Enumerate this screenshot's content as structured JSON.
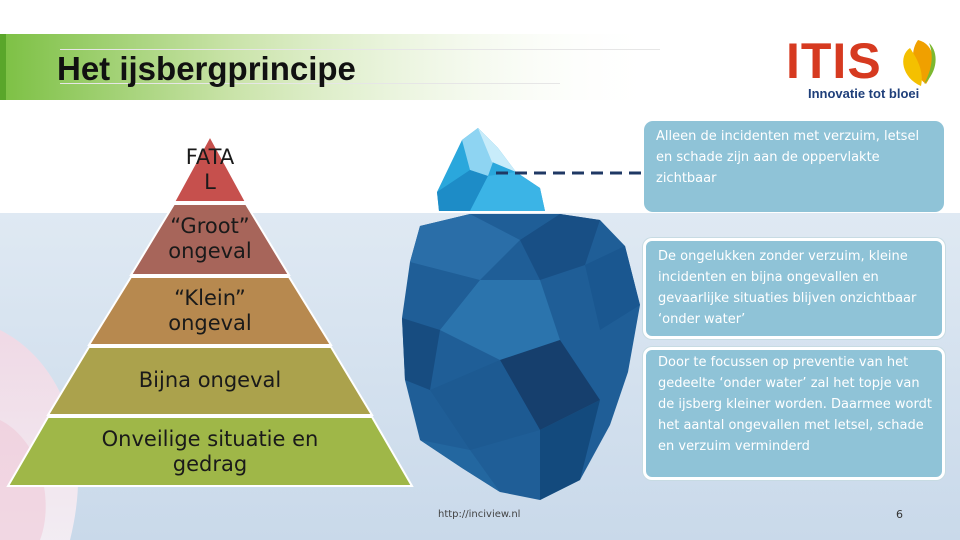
{
  "slide": {
    "title": "Het ijsbergprincipe",
    "logo": {
      "word": "ITIS",
      "tagline": "Innovatie tot bloei"
    },
    "pyramid": [
      {
        "lines": [
          "FATA",
          "L"
        ]
      },
      {
        "lines": [
          "“Groot”",
          "ongeval"
        ]
      },
      {
        "lines": [
          "“Klein”",
          "ongeval"
        ]
      },
      {
        "lines": [
          "Bijna ongeval"
        ]
      },
      {
        "lines": [
          "Onveilige situatie en",
          "gedrag"
        ]
      }
    ],
    "boxes": [
      {
        "text": "Alleen de incidenten met verzuim, letsel en schade zijn aan de oppervlakte zichtbaar"
      },
      {
        "text": "De ongelukken zonder verzuim, kleine incidenten en bijna ongevallen en gevaarlijke situaties blijven onzichtbaar ‘onder water’"
      },
      {
        "text": "Door te focussen op preventie van het gedeelte ‘onder water’ zal het topje van de ijsberg kleiner worden. Daarmee wordt het aantal ongevallen met letsel, schade en verzuim verminderd"
      }
    ],
    "footer": {
      "url": "http://inciview.nl",
      "page": "6"
    }
  }
}
